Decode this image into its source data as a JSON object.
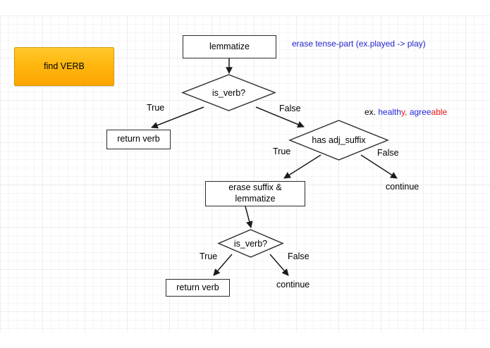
{
  "diagram": {
    "title": "find VERB",
    "start_node": {
      "label": "find VERB",
      "fill_top": "#ffc82c",
      "fill_bottom": "#fca500",
      "stroke": "#d79b00"
    },
    "nodes": [
      {
        "id": "lemmatize",
        "type": "process",
        "label": "lemmatize"
      },
      {
        "id": "is_verb_1",
        "type": "decision",
        "label": "is_verb?"
      },
      {
        "id": "return_verb_1",
        "type": "process",
        "label": "return verb"
      },
      {
        "id": "has_adj_suffix",
        "type": "decision",
        "label": "has adj_suffix"
      },
      {
        "id": "erase_suffix",
        "type": "process",
        "label": "erase suffix &\nlemmatize"
      },
      {
        "id": "is_verb_2",
        "type": "decision",
        "label": "is_verb?"
      },
      {
        "id": "return_verb_2",
        "type": "process",
        "label": "return verb"
      }
    ],
    "terminals": [
      {
        "id": "continue_1",
        "label": "continue"
      },
      {
        "id": "continue_2",
        "label": "continue"
      }
    ],
    "edge_labels": {
      "is_verb_1_true": "True",
      "is_verb_1_false": "False",
      "has_adj_suffix_true": "True",
      "has_adj_suffix_false": "False",
      "is_verb_2_true": "True",
      "is_verb_2_false": "False"
    },
    "annotations": {
      "lemmatize_note": "erase tense-part (ex.played -> play)",
      "adj_example": {
        "lead": "ex. ",
        "parts": [
          {
            "text": "health",
            "color": "#2222dd"
          },
          {
            "text": "y",
            "color": "#ee1111"
          },
          {
            "text": ", ",
            "color": "#ee1111"
          },
          {
            "text": "agree",
            "color": "#2222dd"
          },
          {
            "text": "able",
            "color": "#ee1111"
          }
        ],
        "full_text": "ex. healthy, agreeable"
      }
    },
    "colors": {
      "background": "#ffffff",
      "grid_minor": "#f5f5f7",
      "grid_major": "#ededf0",
      "node_stroke": "#2b2b2b",
      "edge_stroke": "#1a1a1a",
      "text": "#000000",
      "annotation_blue": "#2222cc",
      "example_blue": "#2222dd",
      "example_red": "#ee1111"
    }
  }
}
